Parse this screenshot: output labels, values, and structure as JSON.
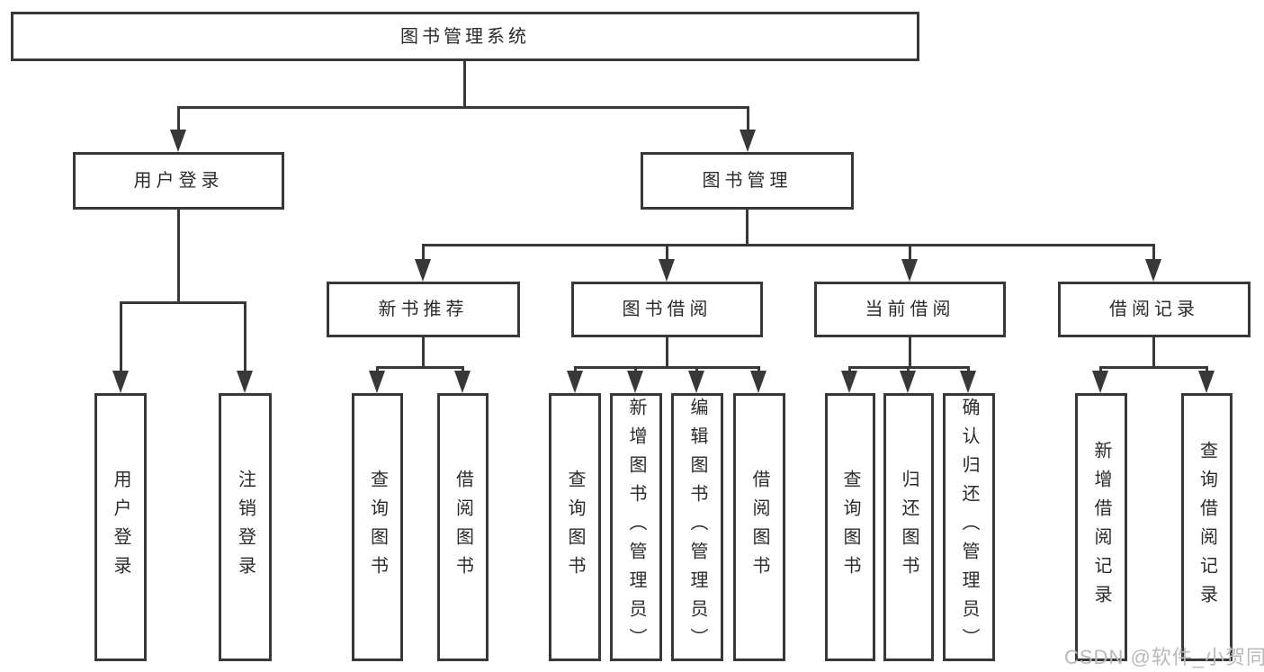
{
  "tree": {
    "root": "图书管理系统",
    "user_login": {
      "label": "用户登录",
      "children": [
        "用户登录",
        "注销登录"
      ]
    },
    "book_management": {
      "label": "图书管理",
      "sections": [
        {
          "label": "新书推荐",
          "children": [
            "查询图书",
            "借阅图书"
          ]
        },
        {
          "label": "图书借阅",
          "children": [
            "查询图书",
            "新增图书（管理员）",
            "编辑图书（管理员）",
            "借阅图书"
          ]
        },
        {
          "label": "当前借阅",
          "children": [
            "查询图书",
            "归还图书",
            "确认归还（管理员）"
          ]
        },
        {
          "label": "借阅记录",
          "children": [
            "新增借阅记录",
            "查询借阅记录"
          ]
        }
      ]
    }
  },
  "watermark": "CSDN @软件_小贺同学",
  "colors": {
    "line": "#383838",
    "text": "#2b2b2b",
    "watermark": "#b9b9b9",
    "background": "#ffffff"
  }
}
